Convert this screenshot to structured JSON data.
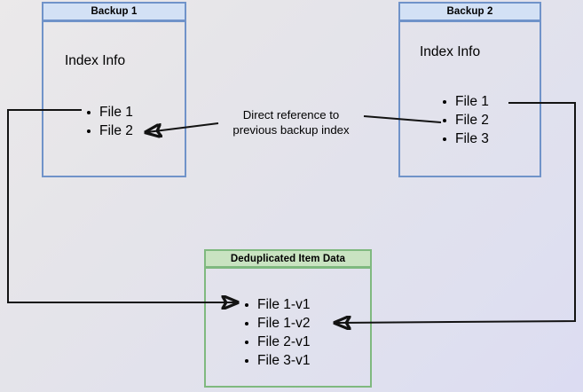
{
  "diagram": {
    "title_semantic": "backup-deduplication-diagram",
    "colors": {
      "blue_border": "#7093c9",
      "blue_header_fill": "#d3e1f5",
      "green_border": "#7fb97f",
      "green_header_fill": "#c9e3c1",
      "wire": "#131313",
      "bg_start": "#ebe9ea",
      "bg_end": "#dcdcf2"
    },
    "backup1": {
      "header": "Backup 1",
      "body_title": "Index Info",
      "items": [
        "File 1",
        "File 2"
      ]
    },
    "backup2": {
      "header": "Backup 2",
      "body_title": "Index Info",
      "items": [
        "File 1",
        "File 2",
        "File 3"
      ]
    },
    "dedup": {
      "header": "Deduplicated Item Data",
      "items": [
        "File 1-v1",
        "File 1-v2",
        "File 2-v1",
        "File 3-v1"
      ]
    },
    "annotation": {
      "line1": "Direct reference to",
      "line2": "previous backup index"
    }
  }
}
